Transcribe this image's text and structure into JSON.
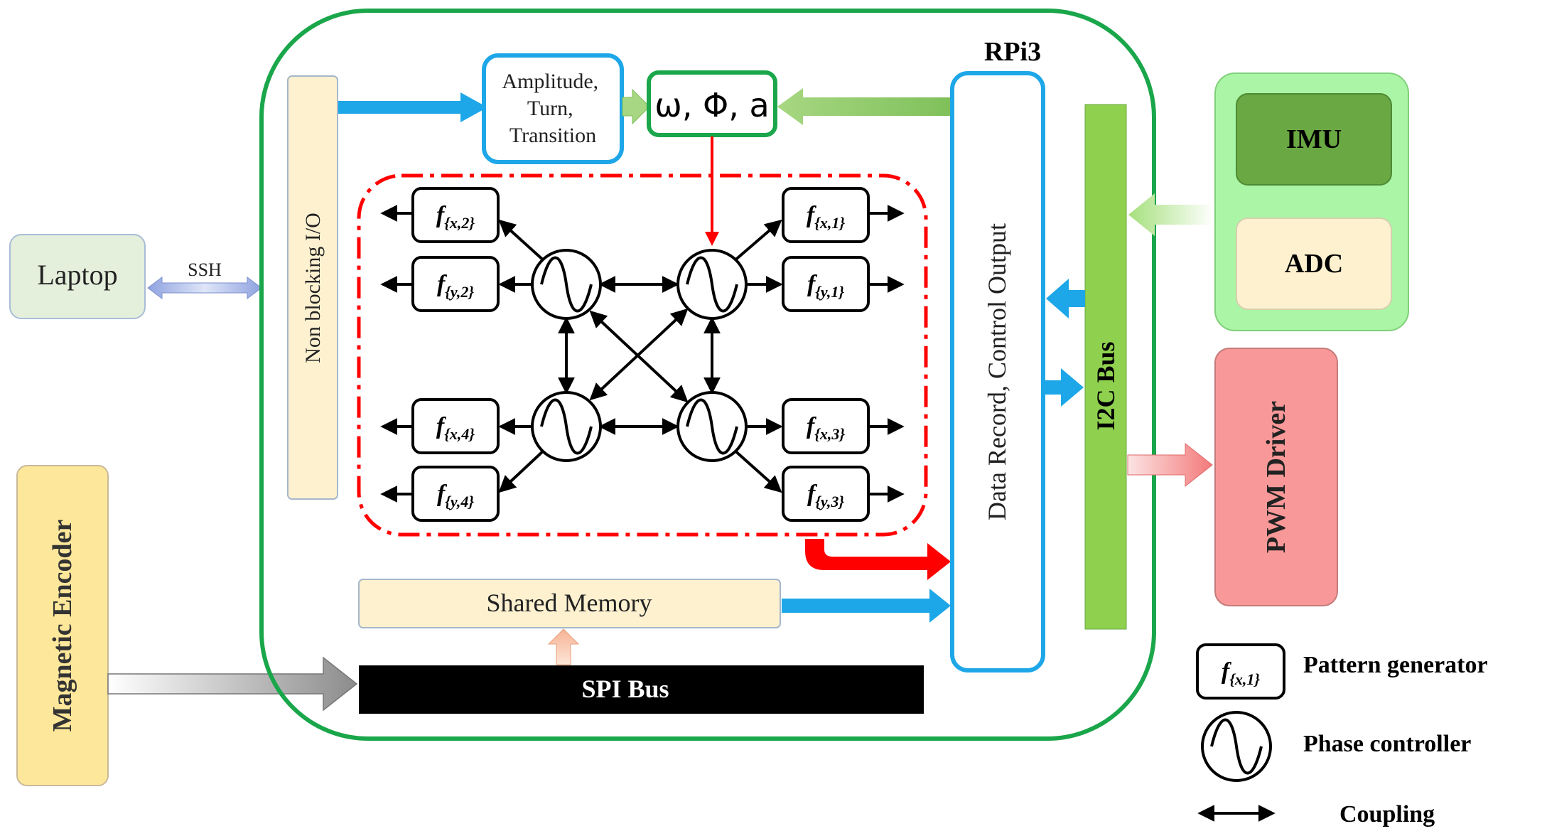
{
  "blocks": {
    "laptop": "Laptop",
    "ssh": "SSH",
    "magnetic_encoder": "Magnetic Encoder",
    "rpi": "RPi3",
    "nonblocking_io": "Non blocking I/O",
    "amplitude_lines": [
      "Amplitude,",
      "Turn,",
      "Transition"
    ],
    "omega": "ω, Φ, a",
    "data_record": "Data Record, Control Output",
    "i2c_bus": "I2C Bus",
    "imu": "IMU",
    "adc": "ADC",
    "pwm_driver": "PWM Driver",
    "shared_memory": "Shared Memory",
    "spi_bus": "SPI Bus"
  },
  "pattern_generators": [
    {
      "base": "f",
      "sub": "{x,2}"
    },
    {
      "base": "f",
      "sub": "{y,2}"
    },
    {
      "base": "f",
      "sub": "{x,1}"
    },
    {
      "base": "f",
      "sub": "{y,1}"
    },
    {
      "base": "f",
      "sub": "{x,4}"
    },
    {
      "base": "f",
      "sub": "{y,4}"
    },
    {
      "base": "f",
      "sub": "{x,3}"
    },
    {
      "base": "f",
      "sub": "{y,3}"
    }
  ],
  "legend": {
    "pattern_generator": "Pattern generator",
    "pattern_symbol": {
      "base": "f",
      "sub": "{x,1}"
    },
    "phase_controller": "Phase controller",
    "coupling": "Coupling"
  },
  "colors": {
    "green_border": "#1aa64a",
    "blue_border": "#1ea7e8",
    "red": "#ff0000",
    "light_green_fill": "#e4efdc",
    "yellow_fill": "#fde79a",
    "beige_fill": "#fdf1d0",
    "i2c_fill": "#8fd14f",
    "imu_fill": "#6aa843",
    "sensor_panel": "#aaf5a6",
    "pwm_fill": "#f99898"
  }
}
